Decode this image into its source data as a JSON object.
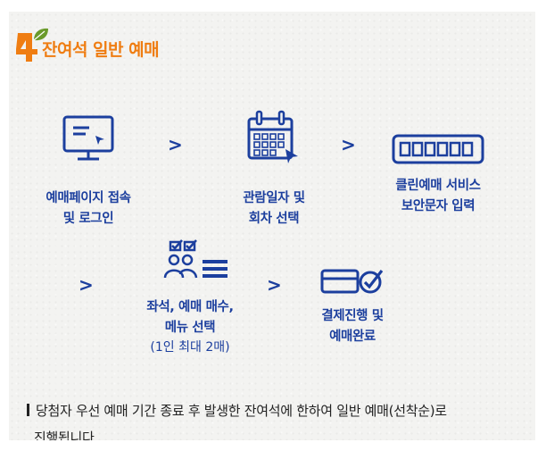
{
  "section": {
    "number": "4",
    "title": "잔여석 일반 예매"
  },
  "steps": [
    {
      "icon": "monitor-icon",
      "line1": "예매페이지 접속",
      "line2": "및 로그인"
    },
    {
      "icon": "calendar-icon",
      "line1": "관람일자 및",
      "line2": "회차 선택"
    },
    {
      "icon": "captcha-icon",
      "line1": "클린예매 서비스",
      "line2": "보안문자 입력"
    },
    {
      "icon": "seat-select-icon",
      "line1": "좌석, 예매 매수,",
      "line2": "메뉴 선택",
      "sub": "(1인 최대 2매)"
    },
    {
      "icon": "payment-done-icon",
      "line1": "결제진행 및",
      "line2": "예매완료"
    }
  ],
  "arrow_glyph": ">",
  "note": {
    "line1": "당첨자 우선 예매 기간 종료 후 발생한 잔여석에 한하여 일반 예매(선착순)로",
    "line2": "진행됩니다."
  },
  "colors": {
    "title": "#ef7d12",
    "accent_blue": "#1c3f9e",
    "leaf_green": "#6a9a2a",
    "panel_bg": "#f3f3f1"
  }
}
